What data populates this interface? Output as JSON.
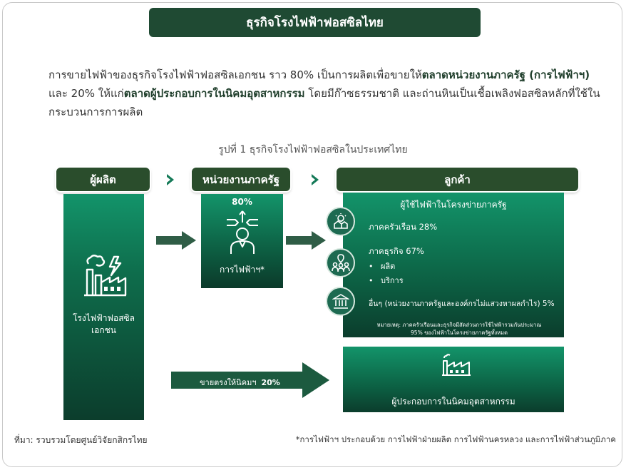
{
  "title": "ธุรกิจโรงไฟฟ้าฟอสซิลไทย",
  "intro": {
    "p1": "การขายไฟฟ้าของธุรกิจโรงไฟฟ้าฟอสซิลเอกชน ราว 80% เป็นการผลิตเพื่อขายให้",
    "b1": "ตลาดหน่วยงานภาครัฐ (การไฟฟ้าฯ)",
    "p2": " และ 20% ให้แก่",
    "b2": "ตลาดผู้ประกอบการในนิคมอุตสาหกรรม",
    "p3": " โดยมีก๊าซธรรมชาติ และถ่านหินเป็นเชื้อเพลิงฟอสซิลหลักที่ใช้ในกระบวนการการผลิต"
  },
  "figure_title": "รูปที่ 1 ธุรกิจโรงไฟฟ้าฟอสซิลในประเทศไทย",
  "headers": {
    "producer": "ผู้ผลิต",
    "buyer": "หน่วยงานภาครัฐ",
    "customer": "ลูกค้า"
  },
  "producer": {
    "label_1": "โรงไฟฟ้าฟอสซิล",
    "label_2": "เอกชน"
  },
  "buyer": {
    "percent": "80%",
    "label": "การไฟฟ้าฯ*"
  },
  "customer": {
    "title": "ผู้ใช้ไฟฟ้าในโครงข่ายภาครัฐ",
    "household": "ภาคครัวเรือน 28%",
    "business": "ภาคธุรกิจ 67%",
    "business_items": [
      "ผลิต",
      "บริการ"
    ],
    "other": "อื่นๆ (หน่วยงานภาครัฐและองค์กรไม่แสวงหาผลกำไร)  5%",
    "note_1": "หมายเหตุ: ภาคครัวเรือนและธุรกิจมีสัดส่วนการใช้ไฟฟ้ารวมกันประมาณ",
    "note_2": "95% ของไฟฟ้าในโครงข่ายภาครัฐทั้งหมด"
  },
  "direct_sale": {
    "label": "ขายตรงให้นิคมฯ",
    "percent": "20%"
  },
  "industrial": {
    "label": "ผู้ประกอบการในนิคมอุตสาหกรรม"
  },
  "footer": {
    "source": "ที่มา: รวบรวมโดยศูนย์วิจัยกสิกรไทย",
    "note": "*การไฟฟ้าฯ ประกอบด้วย การไฟฟ้าฝ่ายผลิต การไฟฟ้านครหลวง และการไฟฟ้าส่วนภูมิภาค"
  },
  "colors": {
    "dark_green": "#1f4a33",
    "accent_green": "#13946a"
  }
}
